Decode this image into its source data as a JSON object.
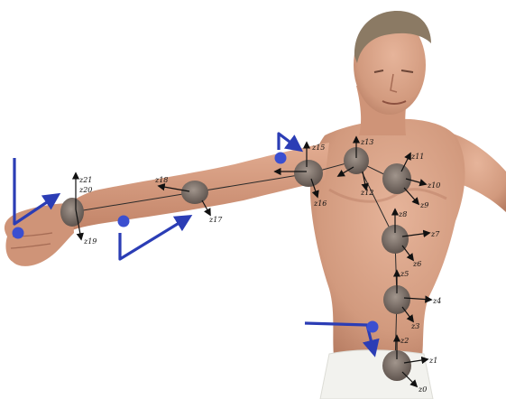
{
  "colors": {
    "background": "#ffffff",
    "skin": "#d9a184",
    "skin_shadow": "#b97a62",
    "hair": "#8b7a64",
    "shorts": "#f2f2ee",
    "joint": "#7a6e66",
    "arrow": "#2b3db5",
    "axis": "#111111"
  },
  "labels": {
    "wrist_top": "z21",
    "wrist_mid": "z20",
    "wrist_low": "z19",
    "elbow_a": "z18",
    "elbow_b": "z17",
    "shoulder_top": "z15",
    "shoulder_low": "z16",
    "neck_top": "z13",
    "neck_low": "z12",
    "clav_top": "z11",
    "clav_mid": "z10",
    "clav_low": "z9",
    "spine_a": "z8",
    "spine_b": "z7",
    "spine_c": "z6",
    "spine_d": "z5",
    "spine_e": "z4",
    "spine_f": "z3",
    "pelvis_a": "z2",
    "pelvis_b": "z1",
    "pelvis_c": "z0"
  }
}
